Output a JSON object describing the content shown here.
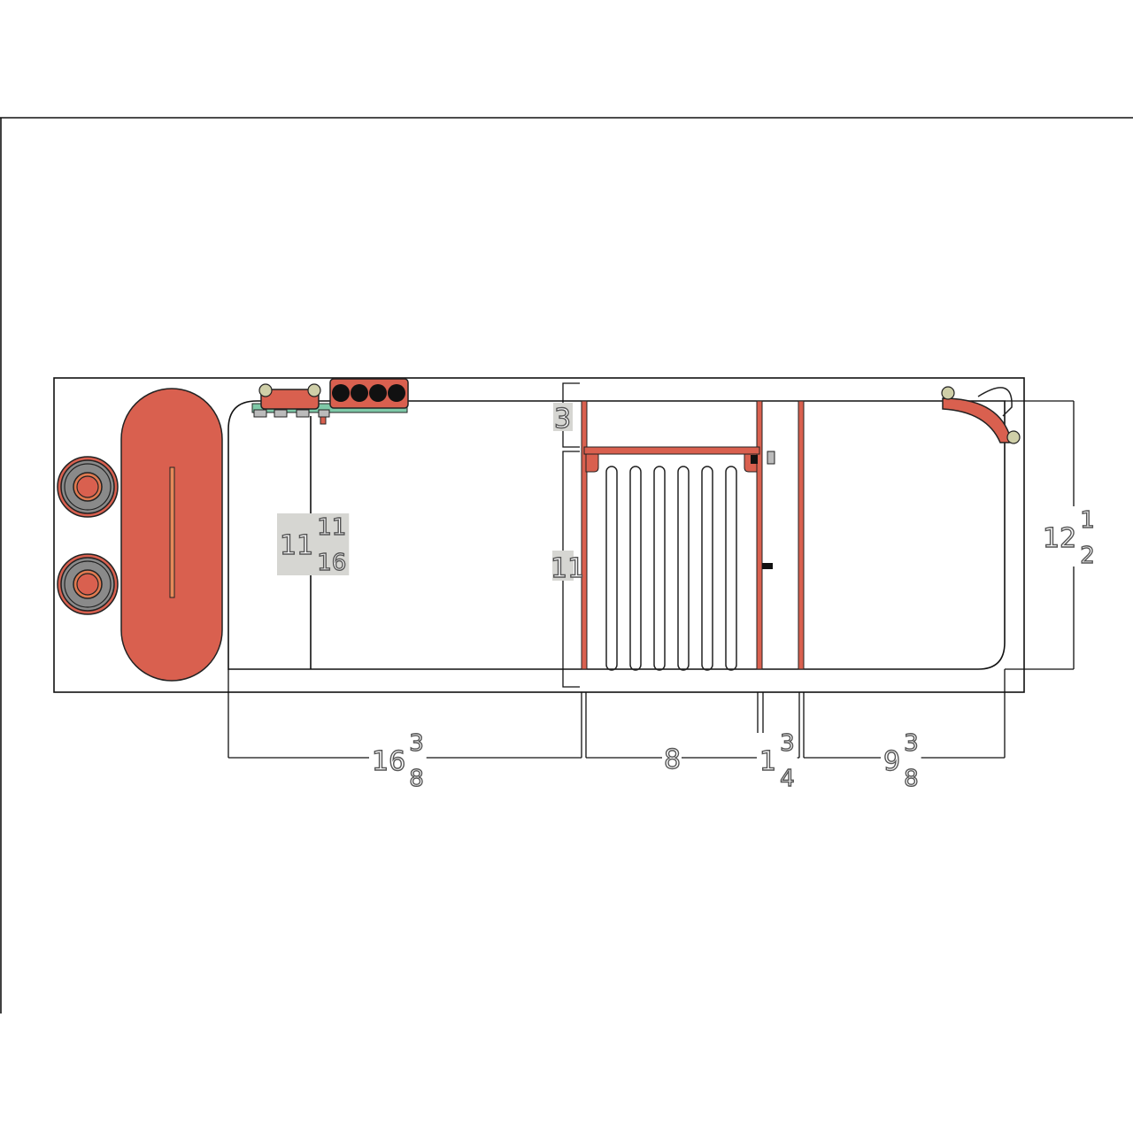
{
  "colors": {
    "tank": "#d6d6d2",
    "component": "#d9604f",
    "pump_ring": "#8a8a8a",
    "outline": "#111111",
    "label": "#555555"
  },
  "dimensions": {
    "chamber1_width": {
      "whole": "16",
      "num": "3",
      "den": "8"
    },
    "filter_width": {
      "whole": "8"
    },
    "bubble_trap_width": {
      "whole": "1",
      "num": "3",
      "den": "4"
    },
    "return_width": {
      "whole": "9",
      "num": "3",
      "den": "8"
    },
    "chamber1_height": {
      "whole": "11",
      "num": "11",
      "den": "16"
    },
    "filter_height": {
      "whole": "11"
    },
    "filter_offset": {
      "whole": "3"
    },
    "tank_height": {
      "whole": "12",
      "num": "1",
      "den": "2"
    }
  }
}
